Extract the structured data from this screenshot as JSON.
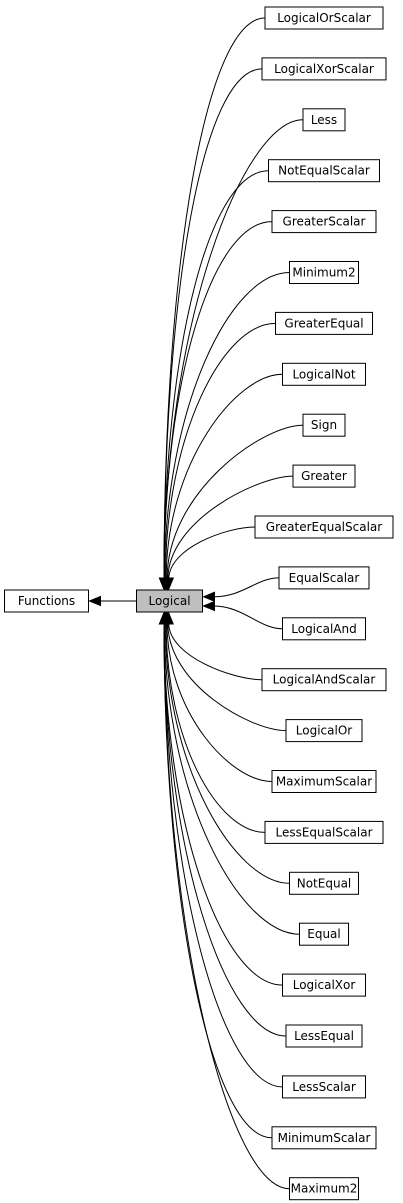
{
  "diagram": {
    "base": {
      "id": "functions",
      "label": "Functions"
    },
    "center": {
      "id": "logical",
      "label": "Logical"
    },
    "derived": [
      {
        "id": "logicalorscalar",
        "label": "LogicalOrScalar"
      },
      {
        "id": "logicalxorscalar",
        "label": "LogicalXorScalar"
      },
      {
        "id": "less",
        "label": "Less"
      },
      {
        "id": "notequalscalar",
        "label": "NotEqualScalar"
      },
      {
        "id": "greaterscalar",
        "label": "GreaterScalar"
      },
      {
        "id": "minimum2",
        "label": "Minimum2"
      },
      {
        "id": "greaterequal",
        "label": "GreaterEqual"
      },
      {
        "id": "logicalnot",
        "label": "LogicalNot"
      },
      {
        "id": "sign",
        "label": "Sign"
      },
      {
        "id": "greater",
        "label": "Greater"
      },
      {
        "id": "greaterequalscalar",
        "label": "GreaterEqualScalar"
      },
      {
        "id": "equalscalar",
        "label": "EqualScalar"
      },
      {
        "id": "logicaland",
        "label": "LogicalAnd"
      },
      {
        "id": "logicalandscalar",
        "label": "LogicalAndScalar"
      },
      {
        "id": "logicalor",
        "label": "LogicalOr"
      },
      {
        "id": "maximumscalar",
        "label": "MaximumScalar"
      },
      {
        "id": "lessequalscalar",
        "label": "LessEqualScalar"
      },
      {
        "id": "notequal",
        "label": "NotEqual"
      },
      {
        "id": "equal",
        "label": "Equal"
      },
      {
        "id": "logicalxor",
        "label": "LogicalXor"
      },
      {
        "id": "lessequal",
        "label": "LessEqual"
      },
      {
        "id": "lessscalar",
        "label": "LessScalar"
      },
      {
        "id": "minimumscalar",
        "label": "MinimumScalar"
      },
      {
        "id": "maximum2",
        "label": "Maximum2"
      }
    ]
  },
  "colors": {
    "highlight_fill": "#bfbfbf",
    "node_fill": "#ffffff",
    "stroke": "#000000"
  }
}
